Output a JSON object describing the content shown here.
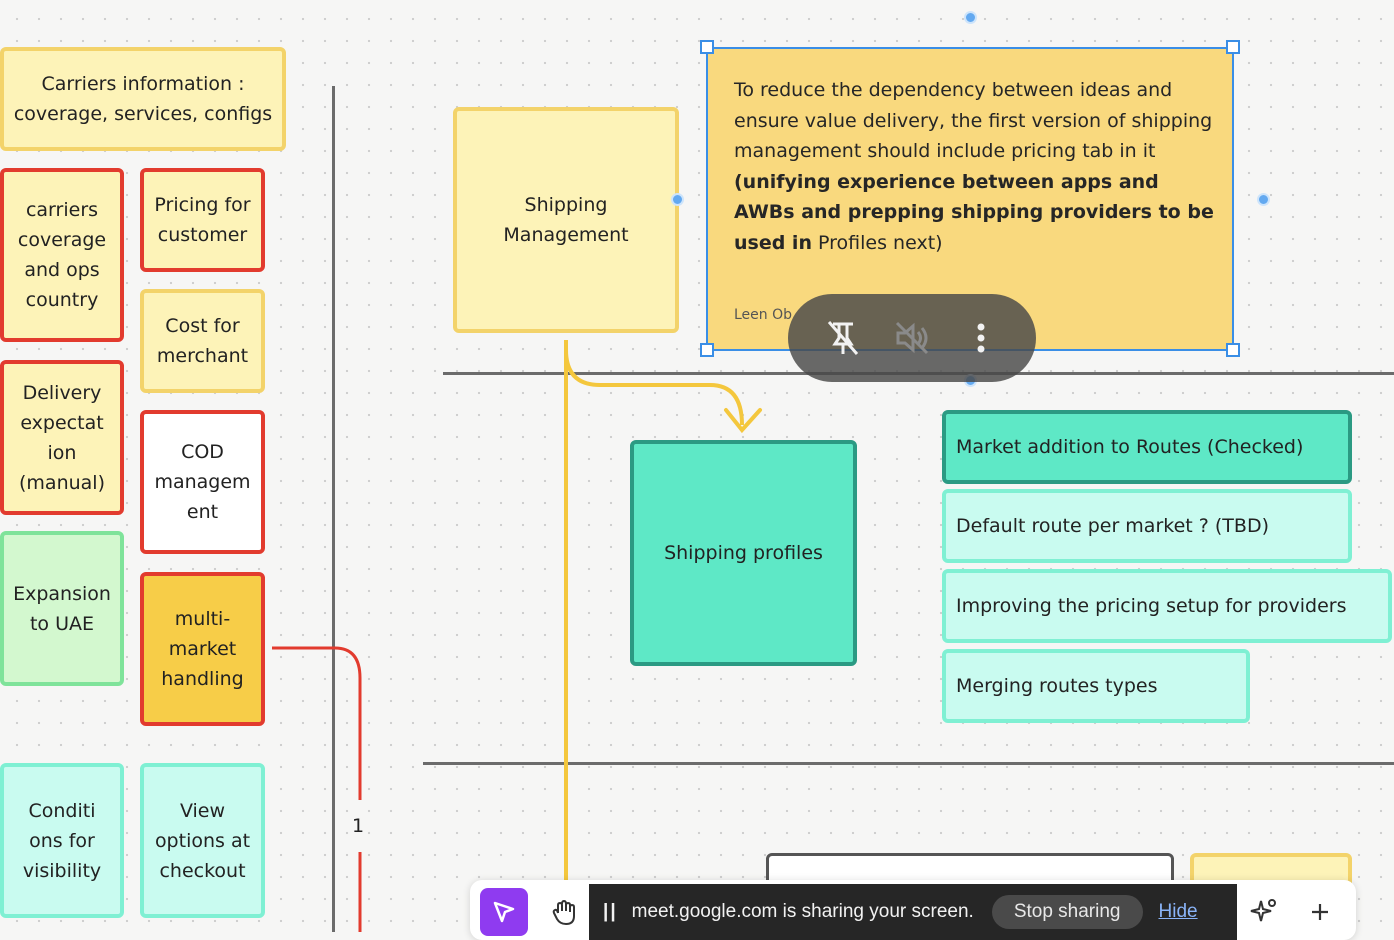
{
  "left_notes": {
    "carriers_info": "Carriers information : coverage, services, configs",
    "carriers_coverage": "carriers coverage and ops country",
    "pricing_customer": "Pricing for customer",
    "cost_merchant": "Cost for merchant",
    "delivery_expectation": "Delivery expectat ion (manual)",
    "cod_management": "COD managem ent",
    "expansion_uae": "Expansion to UAE",
    "multi_market": "multi- market handling",
    "conditions_visibility": "Conditi ons for visibility",
    "view_options": "View options at checkout"
  },
  "connector_label": "1",
  "shipping_management": "Shipping Management",
  "selected_note": {
    "line1": "To reduce the dependency between ideas and ensure value delivery, the first version of shipping management should include pricing tab in it",
    "bold": "(unifying experience between apps and AWBs and prepping shipping providers to be used in",
    "line_end": "Profiles next)",
    "author": "Leen Ob"
  },
  "shipping_profiles": "Shipping profiles",
  "profile_items": [
    "Market addition to Routes (Checked)",
    "Default route per market ? (TBD)",
    "Improving the pricing setup for providers",
    "Merging routes types"
  ],
  "pip_controls": {
    "icons": [
      "unpin-icon",
      "mute-icon",
      "more-vert-icon"
    ]
  },
  "toolbar": {
    "share_text": "meet.google.com is sharing your screen.",
    "stop_label": "Stop sharing",
    "hide_label": "Hide"
  },
  "colors": {
    "accent_blue": "#3a8ee6",
    "note_yellow": "#fdf3b8",
    "teal": "#5ee8c6",
    "red_border": "#e23b2e"
  }
}
